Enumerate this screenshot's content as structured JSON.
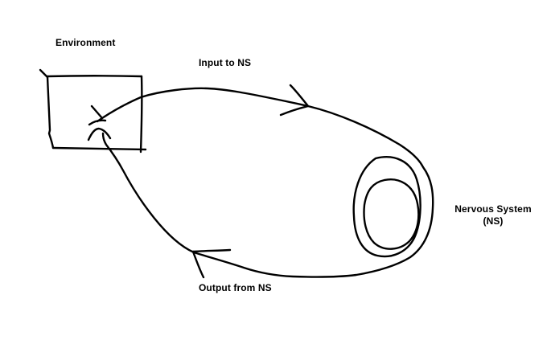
{
  "diagram": {
    "background_color": "#ffffff",
    "ink_color": "#000000",
    "labels": {
      "environment": "Environment",
      "input": "Input to NS",
      "output": "Output from NS",
      "ns_line1": "Nervous System",
      "ns_line2": "(NS)"
    },
    "nodes": [
      {
        "id": "environment",
        "shape": "hand-drawn-rectangle",
        "label": "Environment"
      },
      {
        "id": "nervous-system",
        "shape": "nested-ovals-spiral",
        "label": "Nervous System (NS)"
      }
    ],
    "relationships": [
      {
        "from": "Environment",
        "to": "Nervous System (NS)",
        "label": "Input to NS"
      },
      {
        "from": "Nervous System (NS)",
        "to": "Environment",
        "label": "Output from NS"
      }
    ]
  }
}
